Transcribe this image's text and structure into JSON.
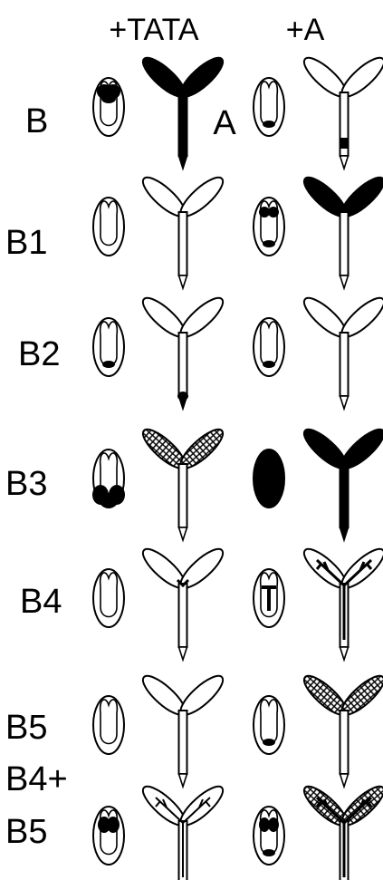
{
  "columns": {
    "left": "+TATA",
    "right": "+A"
  },
  "tissue_label": "A",
  "rows": [
    {
      "label": "B",
      "embryo_left": "shoulders",
      "seedling_left": "cots-stem-full",
      "embryo_right": "root-spot",
      "seedling_right": "collar"
    },
    {
      "label": "B1",
      "embryo_left": "none",
      "seedling_left": "none",
      "embryo_right": "cots-root",
      "seedling_right": "cots-full"
    },
    {
      "label": "B2",
      "embryo_left": "root-spot",
      "seedling_left": "root-tip",
      "embryo_right": "root-spot",
      "seedling_right": "none"
    },
    {
      "label": "B3",
      "embryo_left": "heavy-shoulders",
      "seedling_left": "cots-dotted",
      "embryo_right": "solid",
      "seedling_right": "solid"
    },
    {
      "label": "B4",
      "embryo_left": "none",
      "seedling_left": "vein-base",
      "embryo_right": "vascular",
      "seedling_right": "veins"
    },
    {
      "label": "B5",
      "embryo_left": "none",
      "seedling_left": "none",
      "embryo_right": "root-spot",
      "seedling_right": "cots-hatched"
    },
    {
      "label": "B4+\nB5",
      "embryo_left": "cots-dark",
      "seedling_left": "veins-thin",
      "embryo_right": "cots-dark-root",
      "seedling_right": "cots-hatched-veins"
    }
  ]
}
